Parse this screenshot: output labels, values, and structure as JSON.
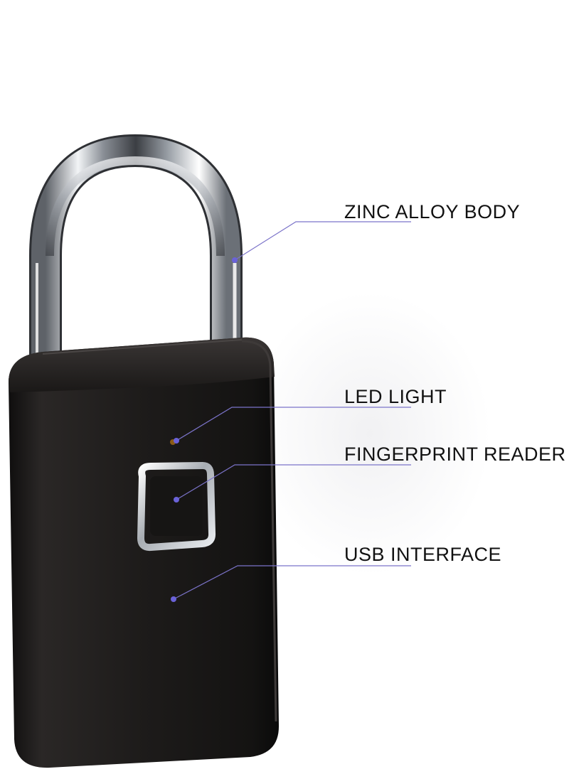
{
  "callouts": {
    "body": "ZINC ALLOY BODY",
    "led": "LED LIGHT",
    "fingerprint": "FINGERPRINT READER",
    "usb": "USB INTERFACE"
  },
  "colors": {
    "lock_body": "#1c1a19",
    "shackle": "#c7cbd0",
    "callout_line": "#7b73c9",
    "callout_dot": "#6a62d8",
    "text": "#111111"
  },
  "icons": {
    "product": "fingerprint-padlock-icon"
  }
}
